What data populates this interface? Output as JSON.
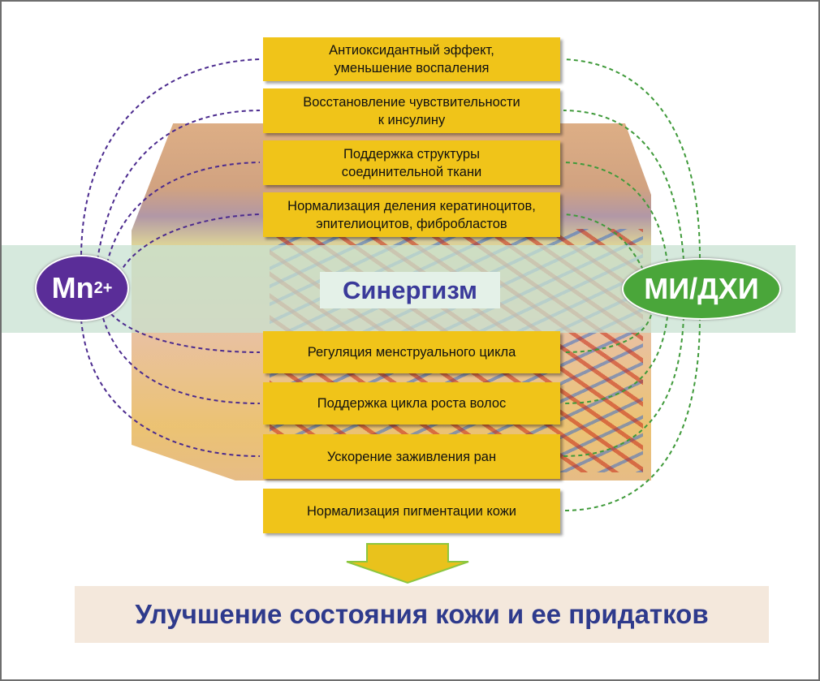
{
  "effects_top": [
    "Антиоксидантный эффект,\nуменьшение воспаления",
    "Восстановление чувствительности\nк инсулину",
    "Поддержка структуры\nсоединительной ткани",
    "Нормализация деления кератиноцитов,\nэпителиоцитов, фибробластов"
  ],
  "effects_bottom": [
    "Регуляция менструального цикла",
    "Поддержка цикла роста волос",
    "Ускорение заживления ран",
    "Нормализация пигментации кожи"
  ],
  "synergy_label": "Синергизм",
  "left_agent": {
    "base": "Mn",
    "charge": "2+",
    "color": "#5a2d98"
  },
  "right_agent": {
    "label": "МИ/ДХИ",
    "color": "#4aa63a"
  },
  "conclusion": "Улучшение состояния кожи и ее придатков",
  "colors": {
    "box": "#f0c419",
    "arrow": "#8cc63f",
    "conclusion_text": "#2e3a8c"
  }
}
